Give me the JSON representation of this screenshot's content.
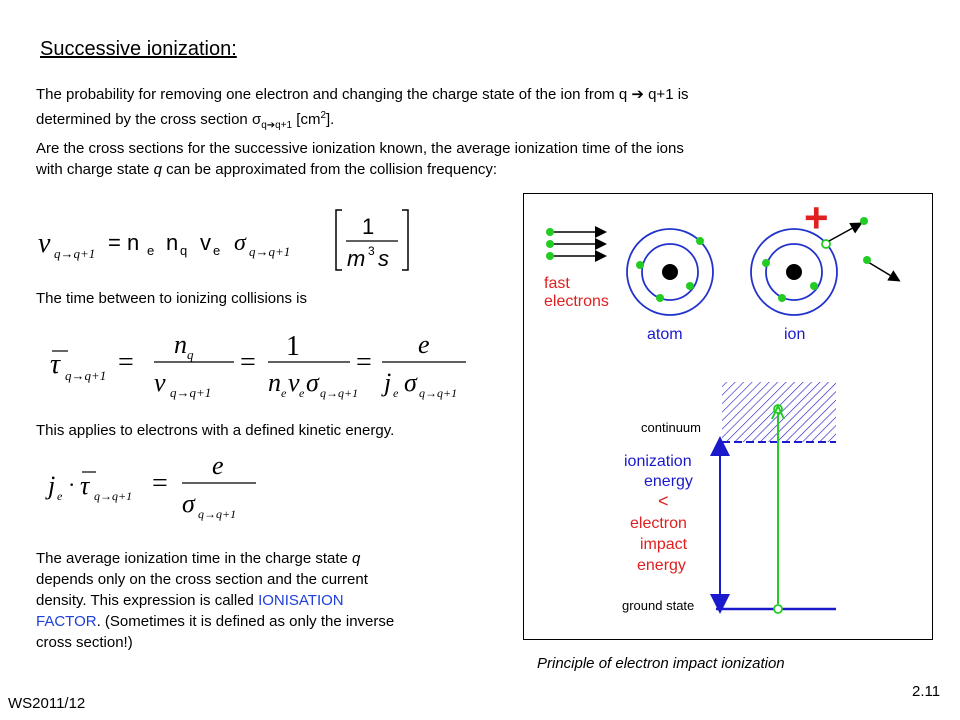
{
  "slide": {
    "title": "Successive ionization:",
    "p1": {
      "line1": "The probability for removing one electron and changing the charge state of the ion from q ➔ q+1 is",
      "line2_a": "determined by the cross section σ",
      "line2_sub": "q➔q+1",
      "line2_b": " [cm",
      "line2_sup": "2",
      "line2_c": "]."
    },
    "p2": {
      "line1": "Are the cross sections for the successive ionization known, the average ionization time of the ions",
      "line2_a": "with charge state ",
      "line2_q": "q",
      "line2_b": " can be approximated from the collision frequency:"
    },
    "eq1": {
      "nu": "ν",
      "sub": "q→q+1",
      "rhs": "= n",
      "e": "e",
      "n": "n",
      "q": "q",
      "v": "v",
      "sigma": "σ",
      "unit_num": "1",
      "unit_den": "m",
      "unit_exp": "3",
      "unit_s": "s"
    },
    "t1": "The time between to ionizing collisions is",
    "eq2": {
      "tau": "τ",
      "sub": "q→q+1",
      "eq": "=",
      "n": "n",
      "q": "q",
      "nu": "ν",
      "one": "1",
      "ne": "n",
      "e": "e",
      "v": "v",
      "sigma": "σ",
      "num_e": "e",
      "j": "j"
    },
    "t2": "This applies to electrons with a defined kinetic energy.",
    "eq3": {
      "j": "j",
      "e": "e",
      "dot": "·",
      "tau": "τ",
      "sub": "q→q+1",
      "eq": "=",
      "num": "e",
      "sigma": "σ"
    },
    "p3": {
      "line1_a": "The average ionization time in the charge state ",
      "line1_q": "q",
      "line2": "depends only on the cross section and the current",
      "line3_a": "density. This expression is called ",
      "line3_b": "IONISATION",
      "line4_a": "FACTOR",
      "line4_b": ". (Sometimes it is defined as only the inverse",
      "line5": "cross section!)"
    },
    "footer_left": "WS2011/12",
    "footer_right": "2.11",
    "caption": "Principle of electron impact ionization"
  },
  "figure": {
    "fast_label_1": "fast",
    "fast_label_2": "electrons",
    "atom_label": "atom",
    "ion_label": "ion",
    "plus": "+",
    "continuum": "continuum",
    "ionization_1": "ionization",
    "ionization_2": "energy",
    "lt": "<",
    "impact_1": "electron",
    "impact_2": "impact",
    "impact_3": "energy",
    "ground": "ground state",
    "colors": {
      "electron_green": "#22cc22",
      "label_red": "#e02020",
      "plus_red": "#e02020",
      "level_blue": "#1a1acc",
      "orbit_blue": "#2233cc"
    }
  }
}
